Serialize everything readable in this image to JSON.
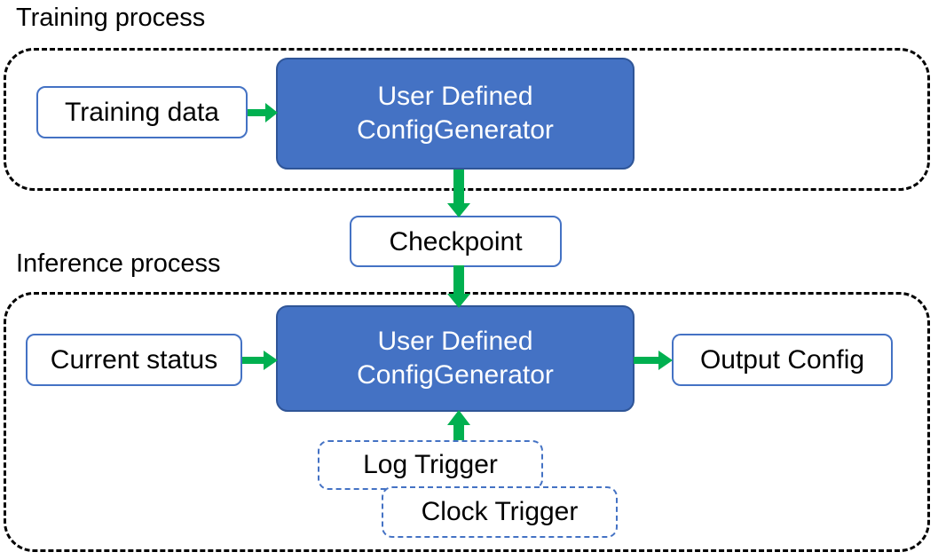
{
  "diagram": {
    "title_training": "Training process",
    "title_inference": "Inference process",
    "colors": {
      "accent_blue_fill": "#4472C4",
      "accent_blue_border": "#2F5597",
      "outline_blue": "#4472C4",
      "arrow_green": "#00B050",
      "container_border": "#000000",
      "text_dark": "#000000",
      "text_light": "#FFFFFF"
    }
  },
  "training": {
    "data_box": "Training data",
    "generator_line1": "User Defined",
    "generator_line2": "ConfigGenerator"
  },
  "checkpoint": {
    "label": "Checkpoint"
  },
  "inference": {
    "status_box": "Current status",
    "generator_line1": "User Defined",
    "generator_line2": "ConfigGenerator",
    "output_box": "Output Config",
    "log_trigger": "Log Trigger",
    "clock_trigger": "Clock Trigger"
  },
  "arrows": [
    {
      "name": "training-data-to-generator",
      "from": "Training data",
      "to": "User Defined ConfigGenerator",
      "direction": "right"
    },
    {
      "name": "generator-to-checkpoint",
      "from": "User Defined ConfigGenerator",
      "to": "Checkpoint",
      "direction": "down"
    },
    {
      "name": "checkpoint-to-inference-generator",
      "from": "Checkpoint",
      "to": "User Defined ConfigGenerator",
      "direction": "down"
    },
    {
      "name": "current-status-to-generator",
      "from": "Current status",
      "to": "User Defined ConfigGenerator",
      "direction": "right"
    },
    {
      "name": "generator-to-output-config",
      "from": "User Defined ConfigGenerator",
      "to": "Output Config",
      "direction": "right"
    },
    {
      "name": "log-trigger-to-generator",
      "from": "Log Trigger",
      "to": "User Defined ConfigGenerator",
      "direction": "up"
    }
  ]
}
